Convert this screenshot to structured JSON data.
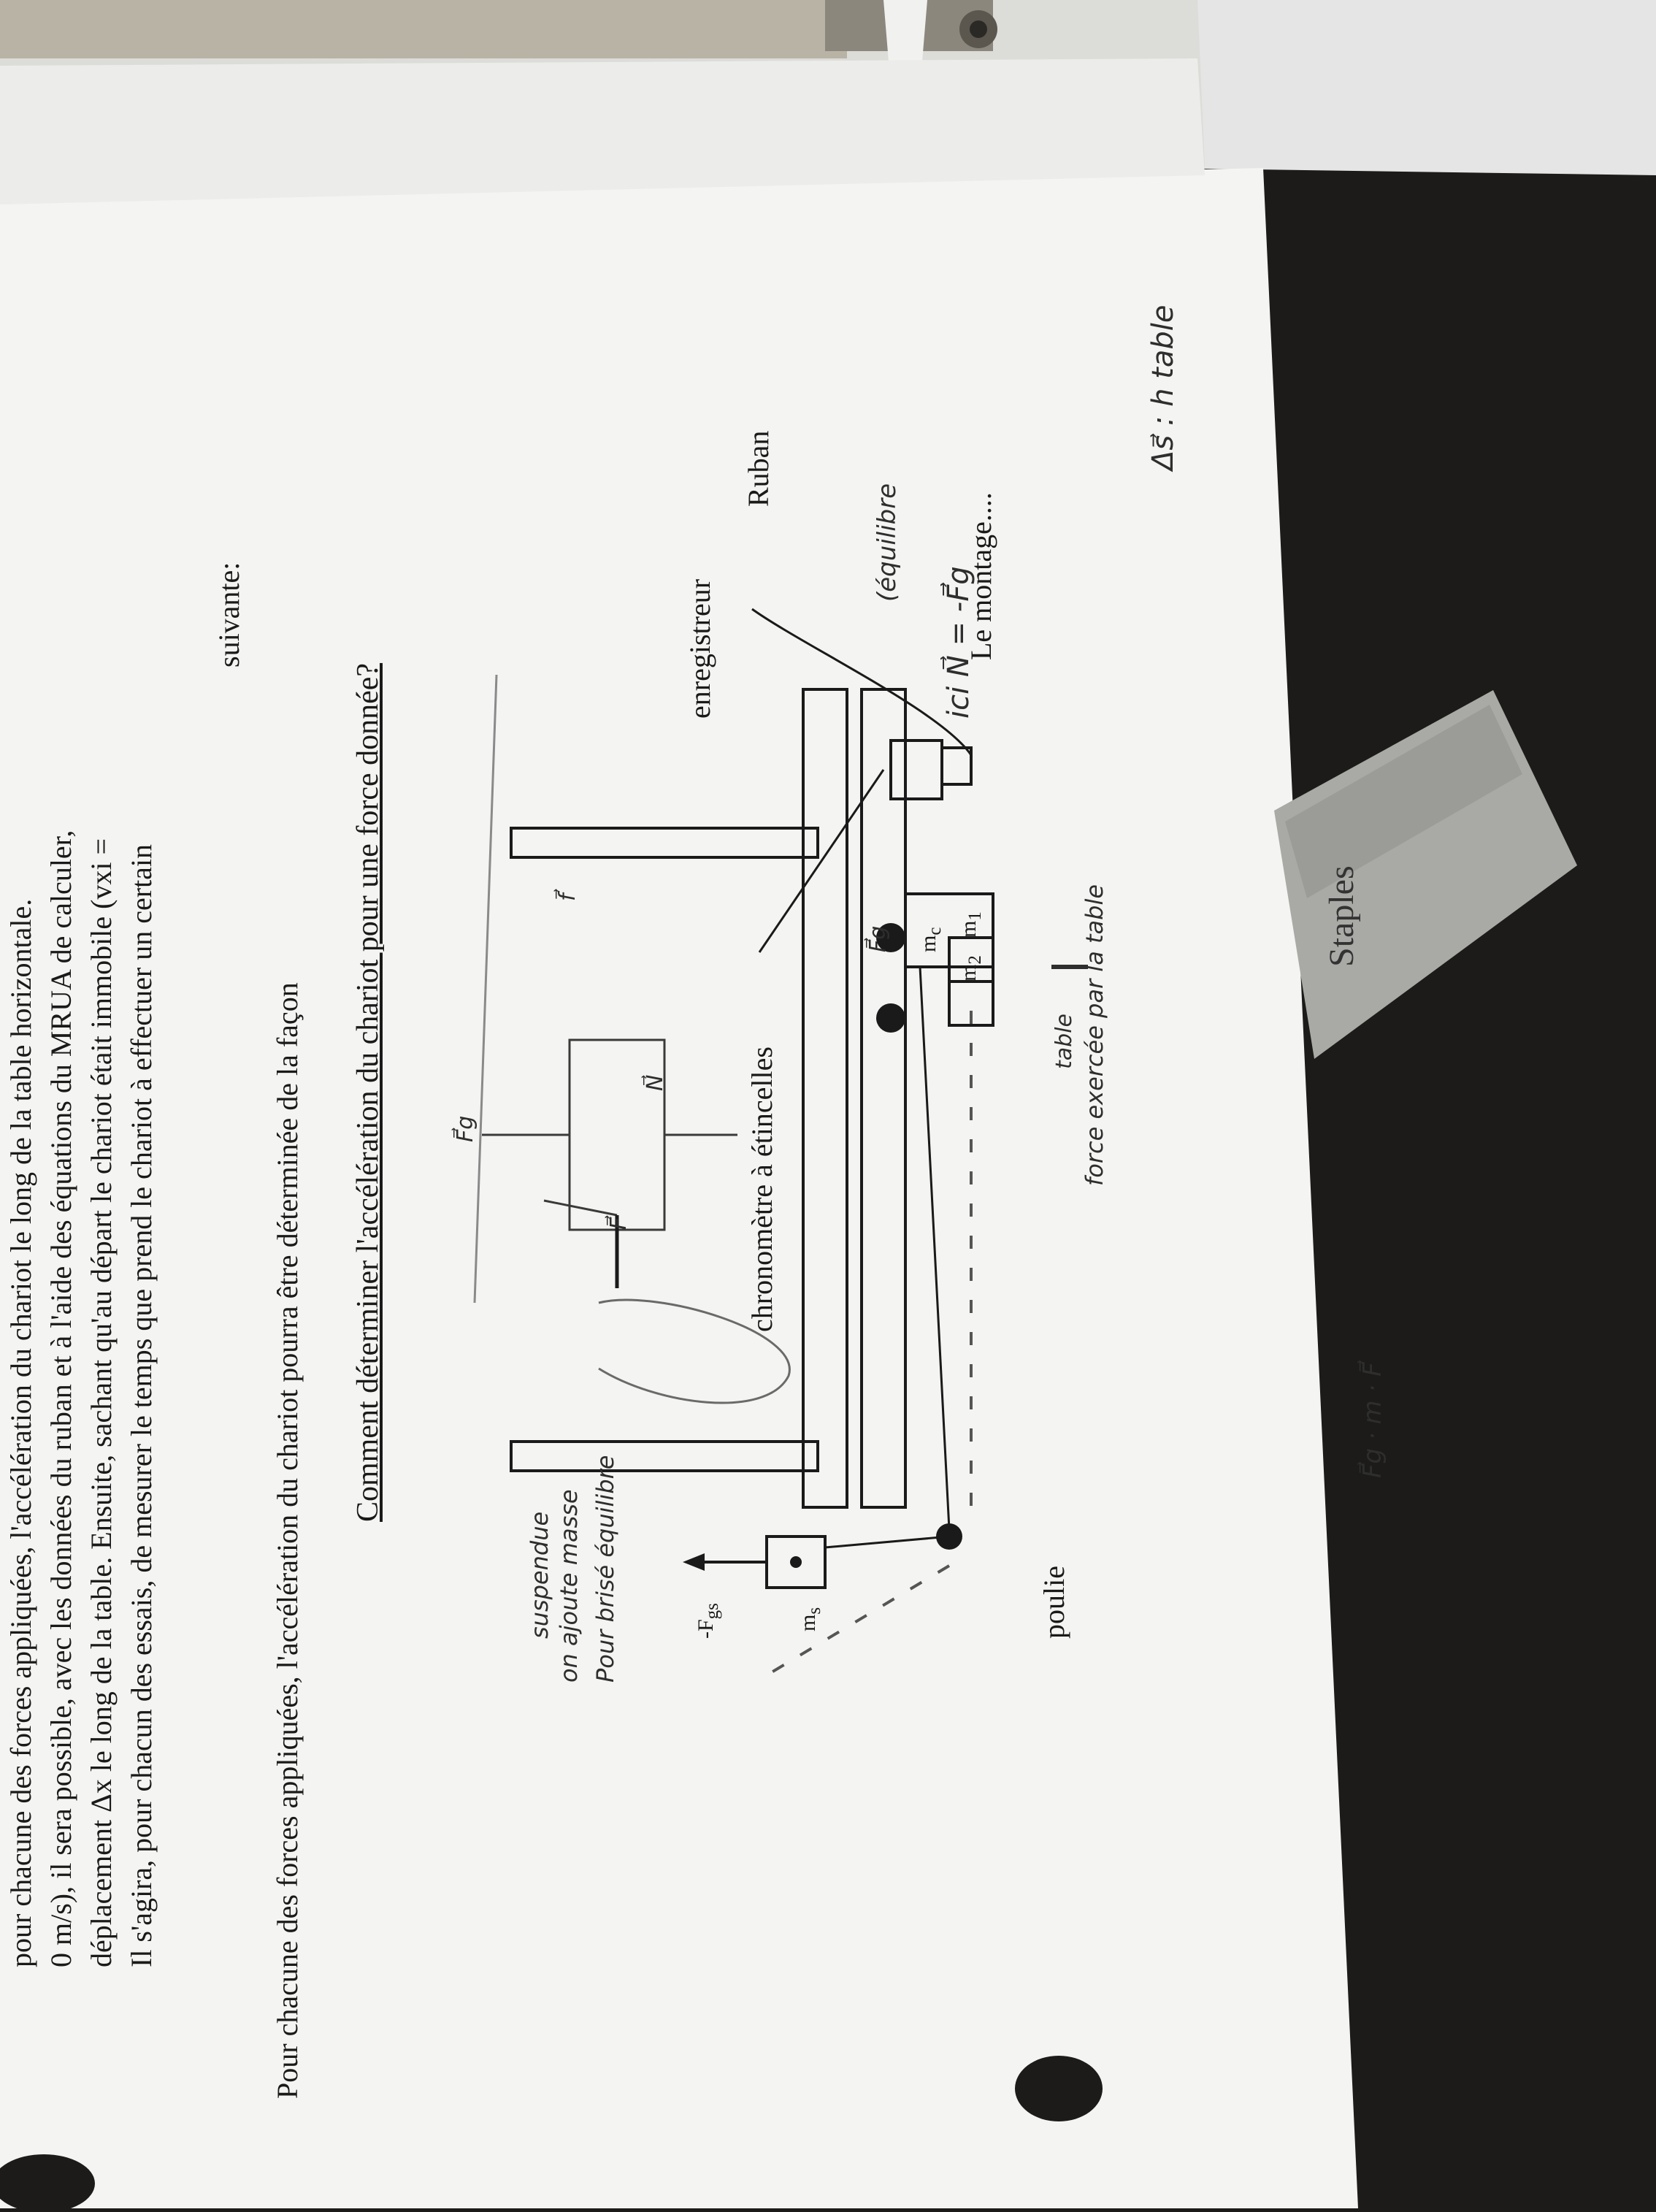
{
  "handwritten": {
    "delta_s": "Δs⃗ : h table",
    "ici_line": "ici N⃗ = -F⃗g",
    "equilibre": "(équilibre",
    "table_label": "table",
    "force_label": "force exercée par la table",
    "f_label": "f⃗",
    "n_label": "N⃗",
    "F_label": "F⃗",
    "fg_label": "F⃗g",
    "fg_top": "F⃗g",
    "formula": "F⃗g · m · F⃗",
    "pour_line1": "Pour brisé équilibre",
    "pour_line2": "on ajoute masse",
    "pour_line3": "suspendue"
  },
  "diagram": {
    "montage": "Le montage....",
    "ruban_1": "Ruban",
    "ruban_2": "enregistreur",
    "m1": "m",
    "m1_sub": "1",
    "m2": "m",
    "m2_sub": "2",
    "mc": "m",
    "mc_sub": "c",
    "chrono": "chronomètre à étincelles",
    "poulie": "poulie",
    "ms": "m",
    "ms_sub": "s",
    "fgs": "-F",
    "fgs_sub": "gs"
  },
  "text": {
    "heading": "Comment déterminer l'accélération du chariot pour une force donnée?",
    "para1_line1": "Pour chacune des forces appliquées, l'accélération du chariot pourra être déterminée de la façon",
    "para1_line2": "suivante:",
    "para2_line1": "Il s'agira, pour chacun des essais, de mesurer le temps que prend le chariot à effectuer un certain",
    "para2_line2": "déplacement Δx le long de la table. Ensuite, sachant qu'au départ le chariot était immobile (vxi =",
    "para2_line3": "0 m/s), il sera possible, avec les données du ruban et à l'aide des équations du MRUA de calculer,",
    "para2_line4": "pour chacune des forces appliquées, l'accélération du chariot le long de la table horizontale."
  },
  "ruler": {
    "brand": "Staples"
  },
  "colors": {
    "paper": "#f4f4f2",
    "paper_shadow": "#dcdcd8",
    "desk": "#1c1b19",
    "ink": "#1a1a1a",
    "pencil": "#3a3a3a",
    "clip": "#b9b3a6",
    "ruler": "#a9aaa6"
  }
}
